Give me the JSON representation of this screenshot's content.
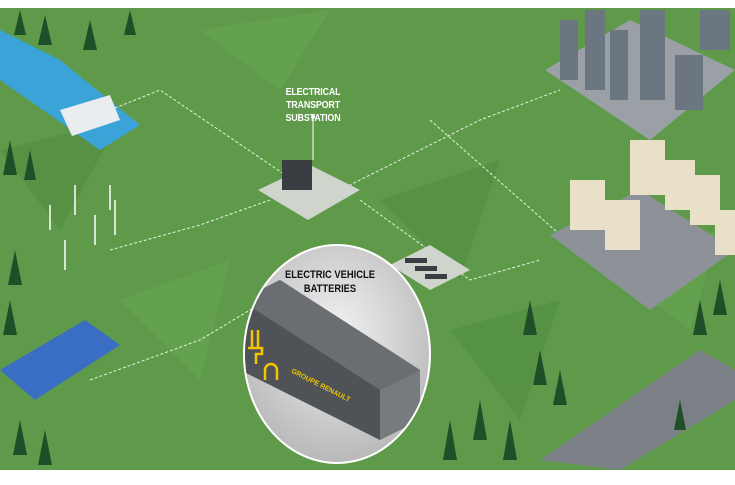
{
  "labels": {
    "substation": [
      "ELECTRICAL TRANSPORT",
      "SUBSTATION"
    ],
    "batteries": [
      "ELECTRIC VEHICLE",
      "BATTERIES"
    ],
    "brand": "GROUPE RENAULT"
  },
  "colors": {
    "grass": "#5e9a4a",
    "water": "#3aa3d8",
    "accent": "#f2c500",
    "building": "#e8e1c8"
  }
}
